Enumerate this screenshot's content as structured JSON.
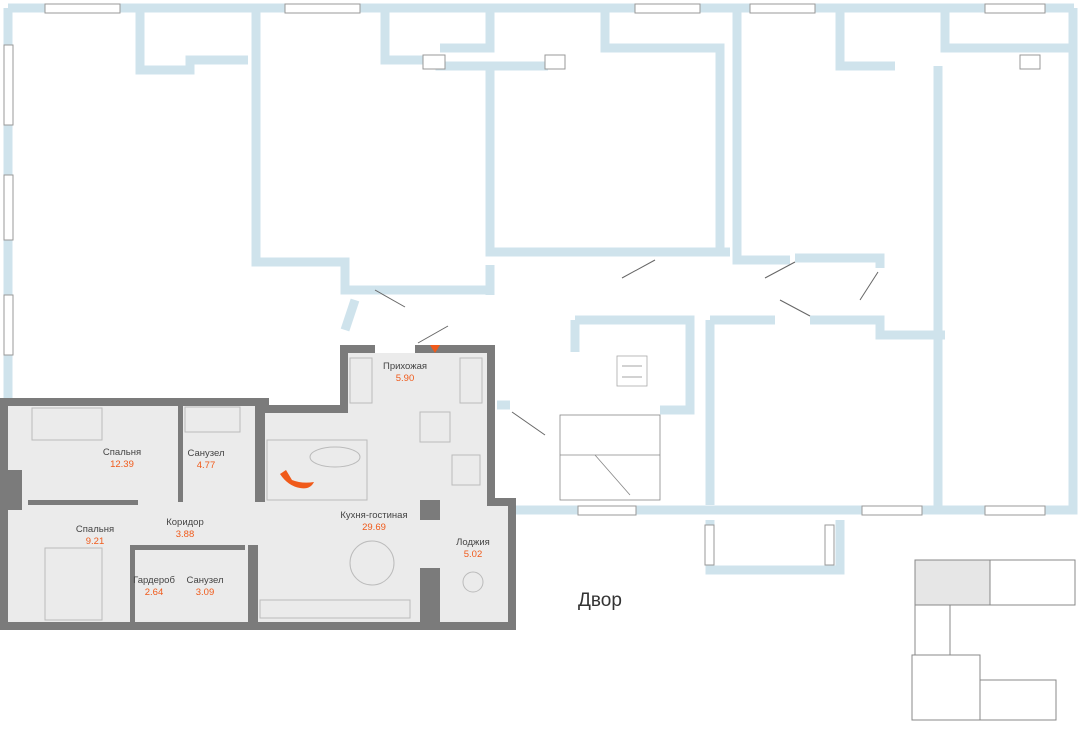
{
  "plan": {
    "yard_label": "Двор",
    "rooms": [
      {
        "name": "Прихожая",
        "area": "5.90"
      },
      {
        "name": "Спальня",
        "area": "12.39"
      },
      {
        "name": "Санузел",
        "area": "4.77"
      },
      {
        "name": "Спальня",
        "area": "9.21"
      },
      {
        "name": "Коридор",
        "area": "3.88"
      },
      {
        "name": "Кухня-гостиная",
        "area": "29.69"
      },
      {
        "name": "Лоджия",
        "area": "5.02"
      },
      {
        "name": "Гардероб",
        "area": "2.64"
      },
      {
        "name": "Санузел",
        "area": "3.09"
      }
    ]
  },
  "colors": {
    "building_walls": "#cfe3ec",
    "apartment_walls": "#7b7b7b",
    "apartment_floor": "#ebebeb",
    "accent": "#f05a1a"
  }
}
